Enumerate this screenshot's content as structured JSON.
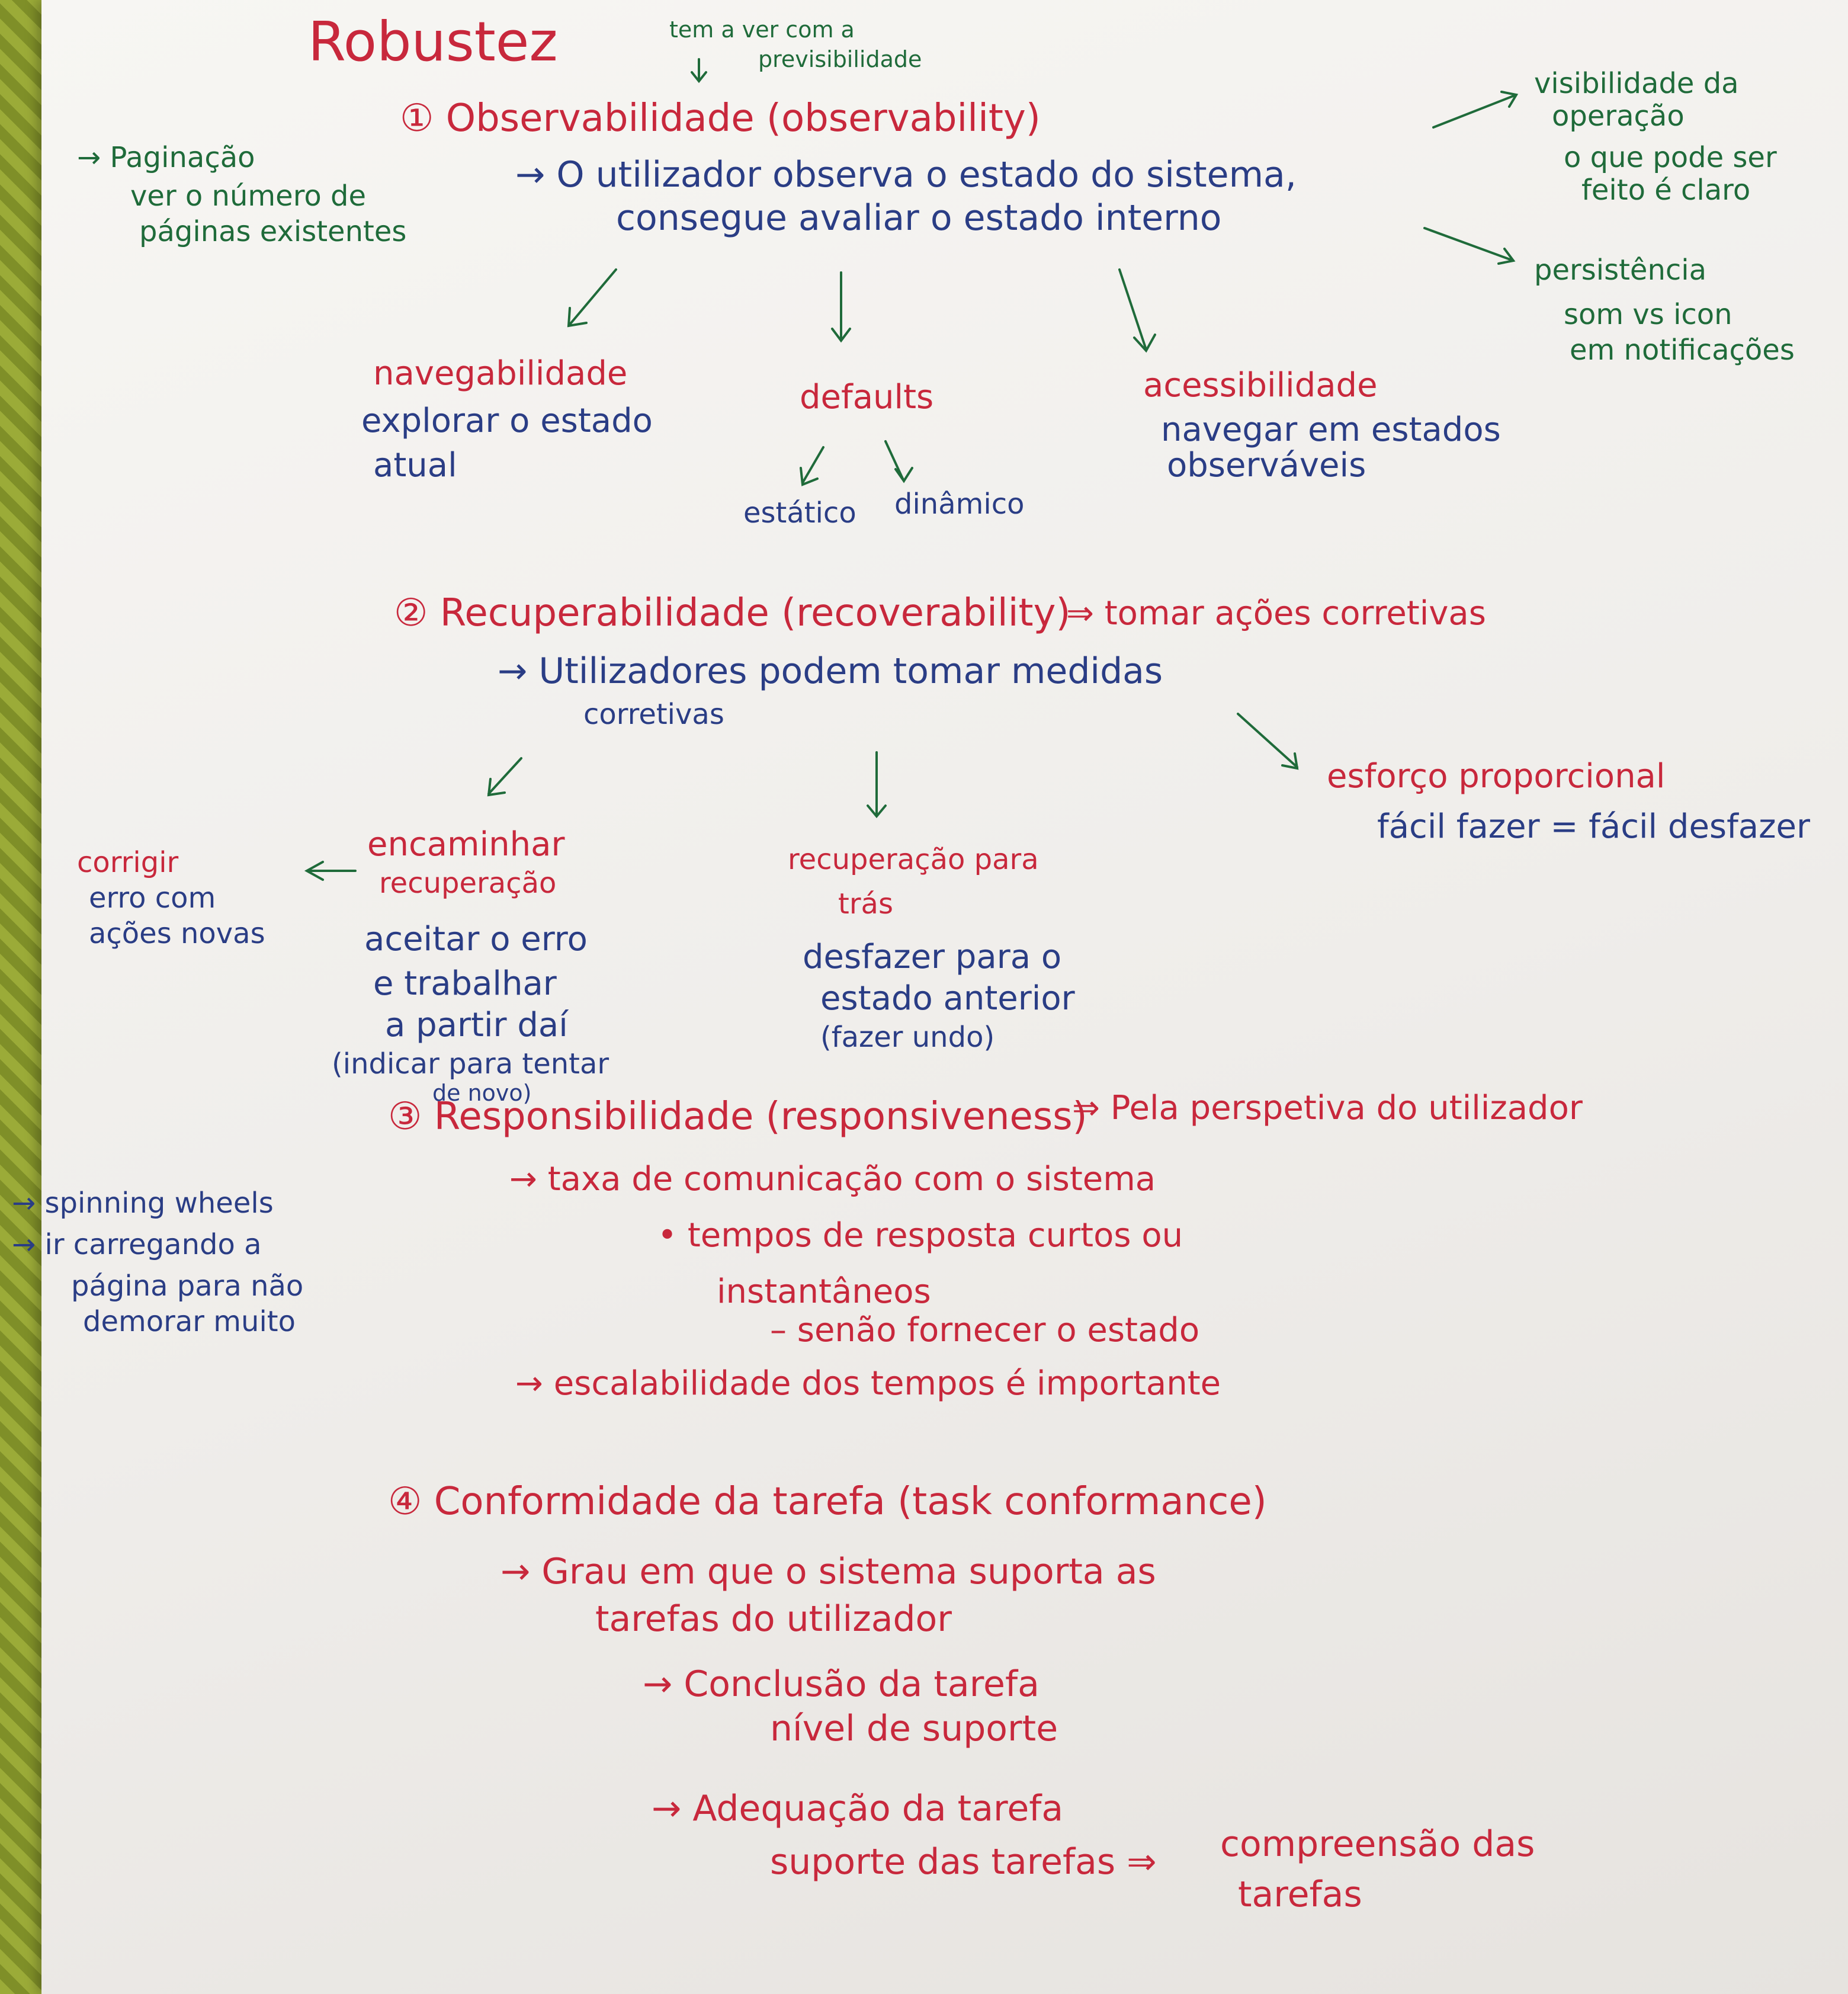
{
  "title": "Robustez",
  "title_note": [
    "tem a ver com a",
    "previsibilidade"
  ],
  "sections": [
    {
      "heading": "① Observabilidade (observability)",
      "left_note": [
        "→ Paginação",
        "ver o número de",
        "páginas existentes"
      ],
      "definition": [
        "→ O utilizador observa o estado do sistema,",
        "consegue avaliar o estado interno"
      ],
      "right_note_1": [
        "visibilidade da",
        "operação",
        "o que pode ser",
        "feito é claro"
      ],
      "right_note_2": [
        "persistência",
        "som vs icon",
        "em notificações"
      ],
      "branches": {
        "navegabilidade": [
          "navegabilidade",
          "explorar o estado",
          "atual"
        ],
        "defaults": [
          "defaults"
        ],
        "estatico": "estático",
        "dinamico": "dinâmico",
        "acessibilidade": [
          "acessibilidade",
          "navegar em estados",
          "observáveis"
        ]
      }
    },
    {
      "heading": "② Recuperabilidade (recoverability)",
      "heading_tail": "⇒ tomar ações corretivas",
      "definition": [
        "→ Utilizadores podem tomar medidas",
        "corretivas"
      ],
      "esforco": [
        "esforço proporcional",
        "fácil fazer = fácil desfazer"
      ],
      "encaminhar": [
        "encaminhar",
        "recuperação",
        "aceitar o erro",
        "e trabalhar",
        "a partir daí",
        "(indicar para tentar",
        "de novo)"
      ],
      "corrigir": [
        "corrigir",
        "erro com",
        "ações novas"
      ],
      "recuperacao": [
        "recuperação para",
        "trás",
        "desfazer para o",
        "estado anterior",
        "(fazer undo)"
      ]
    },
    {
      "heading": "③ Responsibilidade (responsiveness)",
      "heading_tail": "⇒ Pela perspetiva do utilizador",
      "left_note": [
        "→ spinning wheels",
        "→ ir carregando a",
        "página para não",
        "demorar muito"
      ],
      "lines": [
        "→ taxa de comunicação com o sistema",
        "• tempos de resposta curtos ou",
        "instantâneos",
        "– senão fornecer o estado",
        "→ escalabilidade dos tempos é importante"
      ]
    },
    {
      "heading": "④ Conformidade da tarefa (task conformance)",
      "lines": [
        "→ Grau em que o sistema suporta as",
        "tarefas do utilizador",
        "→ Conclusão da tarefa",
        "nível de suporte",
        "→ Adequação da tarefa",
        "suporte das tarefas ⇒",
        "compreensão das",
        "tarefas"
      ]
    }
  ],
  "colors": {
    "red": "#c8283c",
    "green": "#1f6b3a",
    "blue": "#2a3d85"
  }
}
